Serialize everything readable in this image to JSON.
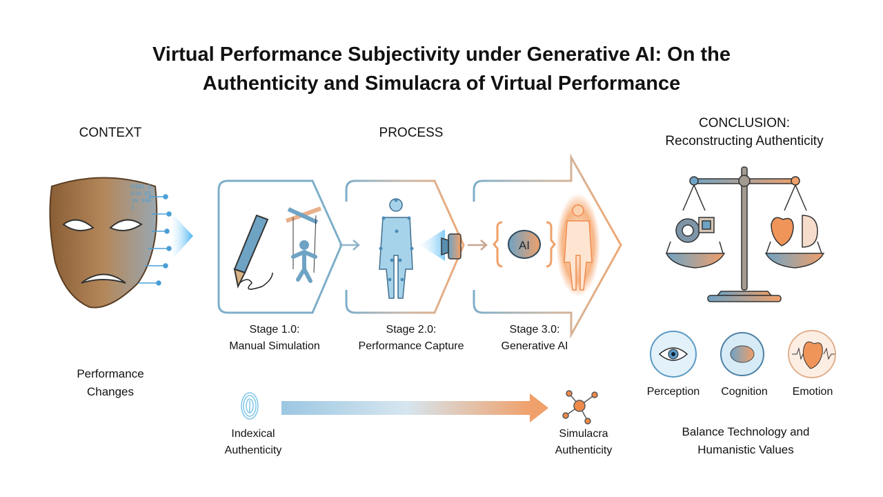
{
  "title": {
    "line1": "Virtual Performance Subjectivity under Generative AI: On the",
    "line2": "Authenticity and Simulacra of Virtual Performance"
  },
  "context": {
    "header": "CONTEXT",
    "label_line1": "Performance",
    "label_line2": "Changes",
    "mask_code": "0101 1010 0110 1001"
  },
  "process": {
    "header": "PROCESS",
    "stages": [
      {
        "line1": "Stage 1.0:",
        "line2": "Manual Simulation"
      },
      {
        "line1": "Stage 2.0:",
        "line2": "Performance Capture"
      },
      {
        "line1": "Stage 3.0:",
        "line2": "Generative AI",
        "icon_text": "AI"
      }
    ],
    "spectrum": {
      "start_line1": "Indexical",
      "start_line2": "Authenticity",
      "end_line1": "Simulacra",
      "end_line2": "Authenticity"
    }
  },
  "conclusion": {
    "header_line1": "CONCLUSION:",
    "header_line2": "Reconstructing Authenticity",
    "pillars": [
      "Perception",
      "Cognition",
      "Emotion"
    ],
    "footer_line1": "Balance Technology and",
    "footer_line2": "Humanistic Values"
  },
  "colors": {
    "blue": "#6fa3c4",
    "orange": "#f0a06a",
    "wood": "#a87a4f"
  }
}
